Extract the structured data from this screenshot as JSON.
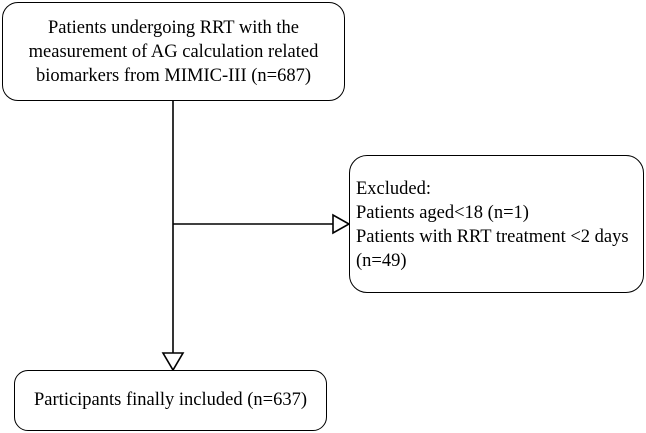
{
  "nodes": {
    "source": {
      "lines": [
        "Patients undergoing RRT with the",
        "measurement of AG calculation related",
        "biomarkers from MIMIC-III (n=687)"
      ]
    },
    "excluded": {
      "lines": [
        "Excluded:",
        "Patients aged<18 (n=1)",
        "Patients with RRT treatment <2 days",
        "(n=49)"
      ]
    },
    "included": {
      "label": "Participants finally included (n=637)"
    }
  },
  "edges": [
    {
      "from": "source",
      "to": "included"
    },
    {
      "from": "source",
      "to": "excluded"
    }
  ]
}
